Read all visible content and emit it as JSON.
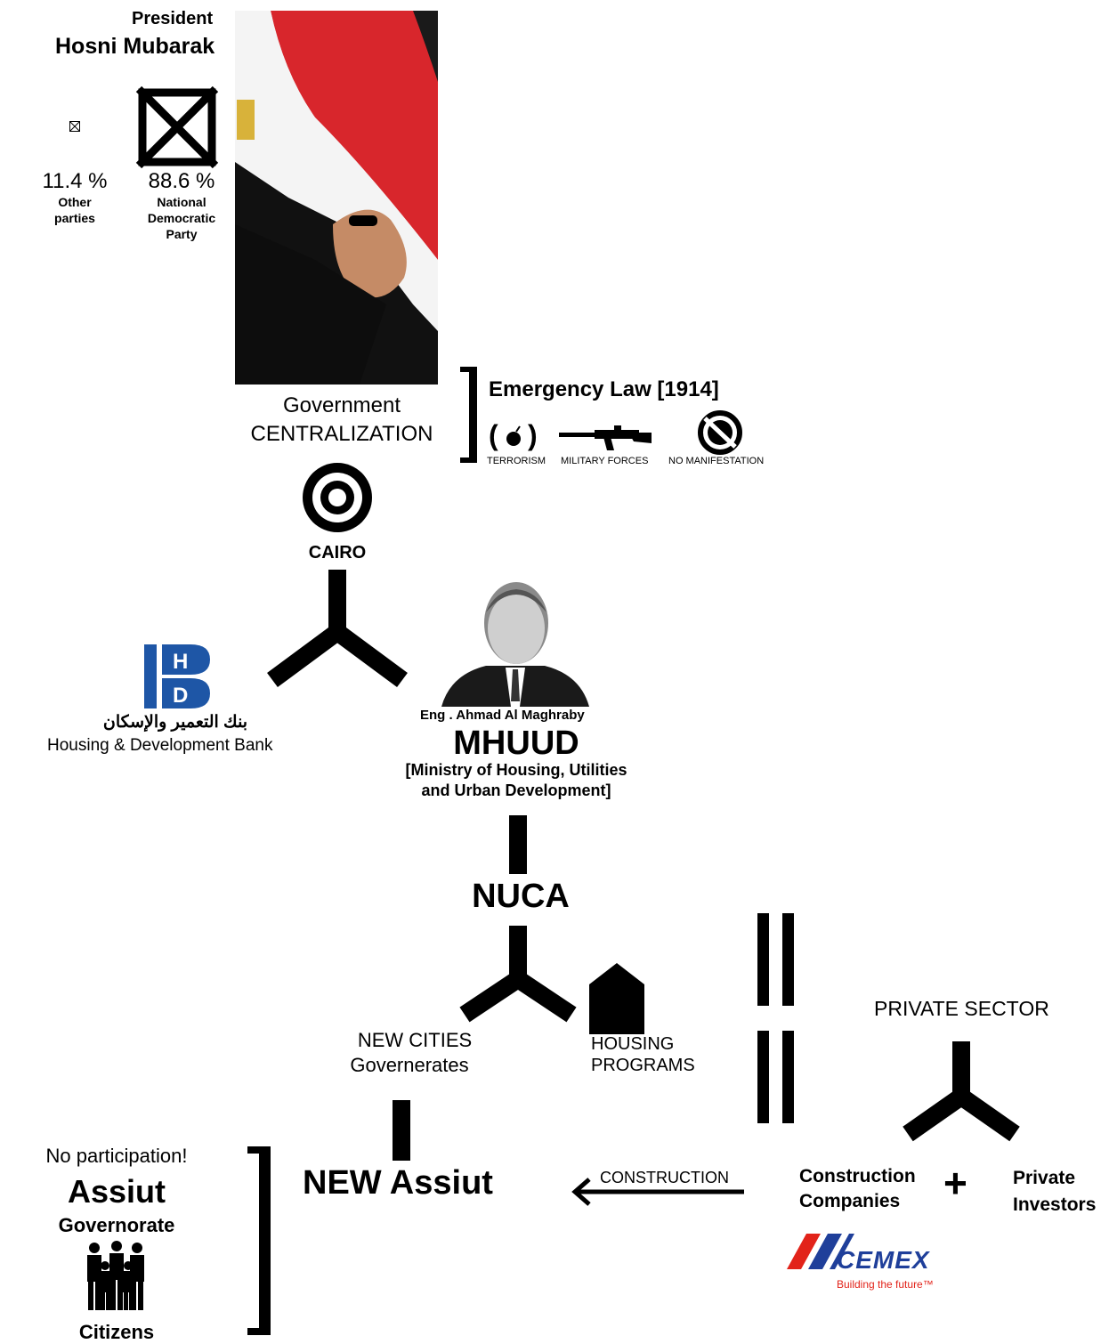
{
  "header": {
    "president_title": "President",
    "president_name": "Hosni Mubarak"
  },
  "vote": {
    "other_pct": "11.4 %",
    "other_label_1": "Other",
    "other_label_2": "parties",
    "ndp_pct": "88.6 %",
    "ndp_label_1": "National",
    "ndp_label_2": "Democratic",
    "ndp_label_3": "Party"
  },
  "government": {
    "line1": "Government",
    "line2": "CENTRALIZATION"
  },
  "emergency": {
    "title": "Emergency Law [1914]",
    "terrorism": "TERRORISM",
    "military": "MILITARY FORCES",
    "no_manifestation": "NO MANIFESTATION"
  },
  "cairo": {
    "label": "CAIRO"
  },
  "hdb": {
    "arabic": "بنك التعمير والإسكان",
    "english": "Housing & Development Bank",
    "logo_letters": [
      "H",
      "D"
    ]
  },
  "mhuud": {
    "person": "Eng . Ahmad Al Maghraby",
    "acronym": "MHUUD",
    "full_1": "[Ministry of Housing, Utilities",
    "full_2": "and Urban Development]"
  },
  "nuca": {
    "label": "NUCA"
  },
  "new_cities": {
    "line1": "NEW CITIES",
    "line2": "Governerates"
  },
  "housing": {
    "line1": "HOUSING",
    "line2": "PROGRAMS"
  },
  "private_sector": {
    "title": "PRIVATE SECTOR",
    "construction_1": "Construction",
    "construction_2": "Companies",
    "plus": "+",
    "investors_1": "Private",
    "investors_2": "Investors"
  },
  "cemex": {
    "brand": "CEMEX",
    "tagline": "Building the future™"
  },
  "construction_arrow": {
    "label": "CONSTRUCTION"
  },
  "new_assiut": {
    "label": "NEW Assiut"
  },
  "assiut": {
    "no_participation": "No participation!",
    "name": "Assiut",
    "governorate": "Governorate",
    "citizens": "Citizens"
  },
  "icons": [
    "ballot-check-icon",
    "target-icon",
    "bomb-icon",
    "rifle-icon",
    "no-entry-icon",
    "house-icon",
    "people-icon",
    "arrow-left-icon"
  ],
  "colors": {
    "flag_red": "#d8262c",
    "flag_white": "#ffffff",
    "flag_black": "#111111",
    "hdb_blue": "#1e56a6",
    "cemex_red": "#e2231a",
    "cemex_blue": "#1f3f9a"
  }
}
